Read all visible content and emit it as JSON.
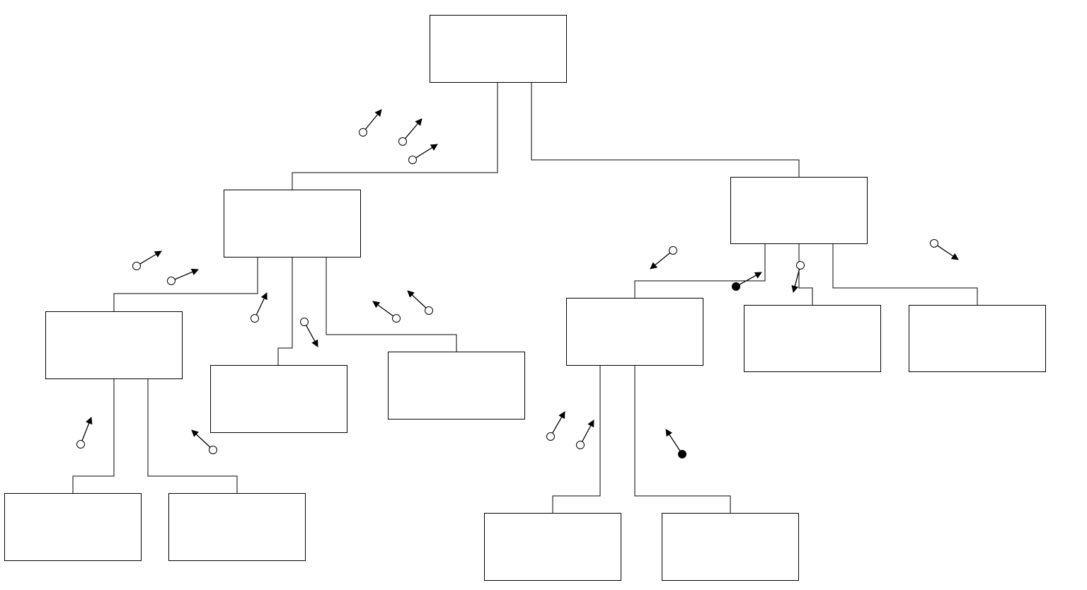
{
  "diagram": {
    "type": "structure-chart",
    "stroke_color": "#000000",
    "background_color": "#ffffff",
    "filled_marker_color": "#000000",
    "open_marker_color": "#ffffff",
    "modules": [
      {
        "id": "root",
        "label": ""
      },
      {
        "id": "left",
        "label": ""
      },
      {
        "id": "right",
        "label": ""
      },
      {
        "id": "left-left",
        "label": ""
      },
      {
        "id": "left-mid",
        "label": ""
      },
      {
        "id": "left-right",
        "label": ""
      },
      {
        "id": "left-left-1",
        "label": ""
      },
      {
        "id": "left-left-2",
        "label": ""
      },
      {
        "id": "right-1",
        "label": ""
      },
      {
        "id": "right-2",
        "label": ""
      },
      {
        "id": "right-3",
        "label": ""
      },
      {
        "id": "right-1-1",
        "label": ""
      },
      {
        "id": "right-1-2",
        "label": ""
      }
    ],
    "calls": [
      {
        "from": "root",
        "to": "left"
      },
      {
        "from": "root",
        "to": "right"
      },
      {
        "from": "left",
        "to": "left-left"
      },
      {
        "from": "left",
        "to": "left-mid"
      },
      {
        "from": "left",
        "to": "left-right"
      },
      {
        "from": "left-left",
        "to": "left-left-1"
      },
      {
        "from": "left-left",
        "to": "left-left-2"
      },
      {
        "from": "right",
        "to": "right-1"
      },
      {
        "from": "right",
        "to": "right-2"
      },
      {
        "from": "right",
        "to": "right-3"
      },
      {
        "from": "right-1",
        "to": "right-1-1"
      },
      {
        "from": "right-1",
        "to": "right-1-2"
      }
    ],
    "couples": [
      {
        "call": "root-left",
        "kind": "data",
        "direction": "up"
      },
      {
        "call": "root-left",
        "kind": "data",
        "direction": "up"
      },
      {
        "call": "root-left",
        "kind": "data",
        "direction": "up"
      },
      {
        "call": "left-left-left",
        "kind": "data",
        "direction": "up"
      },
      {
        "call": "left-left-left",
        "kind": "data",
        "direction": "up"
      },
      {
        "call": "left-left-left",
        "kind": "data",
        "direction": "up"
      },
      {
        "call": "left-left-mid",
        "kind": "data",
        "direction": "down"
      },
      {
        "call": "left-left-right",
        "kind": "data",
        "direction": "up"
      },
      {
        "call": "left-left-right",
        "kind": "data",
        "direction": "up"
      },
      {
        "call": "left-left-left-left-1",
        "kind": "data",
        "direction": "up"
      },
      {
        "call": "left-left-left-left-2",
        "kind": "data",
        "direction": "up"
      },
      {
        "call": "right-right-1",
        "kind": "data",
        "direction": "down"
      },
      {
        "call": "right-right-1",
        "kind": "control",
        "direction": "up"
      },
      {
        "call": "right-right-2",
        "kind": "data",
        "direction": "down"
      },
      {
        "call": "right-right-3",
        "kind": "data",
        "direction": "down"
      },
      {
        "call": "right-1-right-1-1",
        "kind": "data",
        "direction": "up"
      },
      {
        "call": "right-1-right-1-1",
        "kind": "data",
        "direction": "up"
      },
      {
        "call": "right-1-right-1-2",
        "kind": "control",
        "direction": "up"
      }
    ]
  }
}
